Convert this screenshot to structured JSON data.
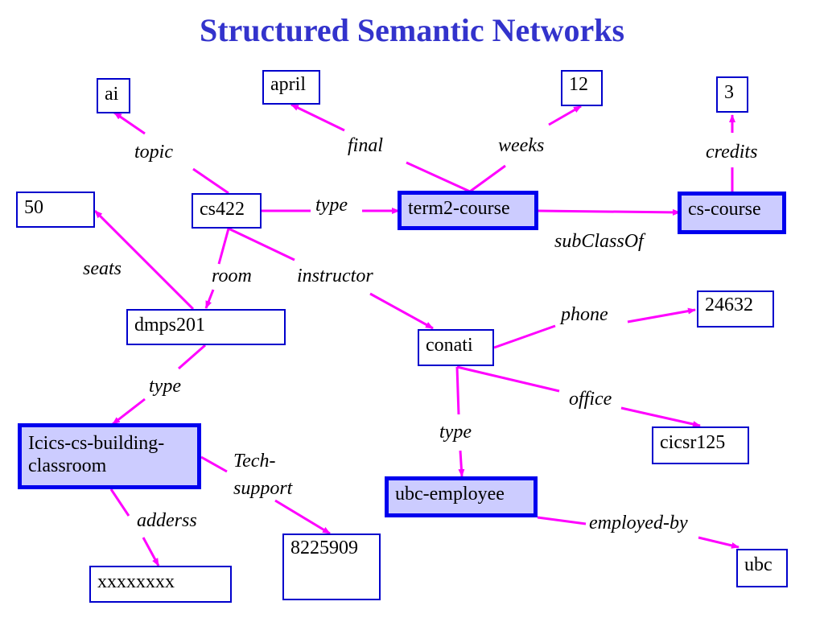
{
  "title": "Structured Semantic Networks",
  "nodes": {
    "ai": "ai",
    "april": "april",
    "twelve": "12",
    "three": "3",
    "fifty": "50",
    "cs422": "cs422",
    "term2_course": "term2-course",
    "cs_course": "cs-course",
    "dmps201": "dmps201",
    "n24632": "24632",
    "conati": "conati",
    "classroom": "Icics-cs-building-classroom",
    "cicsr125": "cicsr125",
    "ubc_employee": "ubc-employee",
    "n8225909": "8225909",
    "xxxxxxxx": "xxxxxxxx",
    "ubc": "ubc"
  },
  "edges": {
    "topic": "topic",
    "final": "final",
    "weeks": "weeks",
    "credits": "credits",
    "type_cs422": "type",
    "subclassof": "subClassOf",
    "seats": "seats",
    "room": "room",
    "instructor": "instructor",
    "phone": "phone",
    "type_dmps": "type",
    "office": "office",
    "type_conati": "type",
    "tech_support": "Tech-support",
    "adderss": "adderss",
    "employed_by": "employed-by"
  },
  "colors": {
    "title": "#3333cc",
    "edge": "#ff00ff",
    "node_border": "#0000cc",
    "class_fill": "#ccccff"
  }
}
